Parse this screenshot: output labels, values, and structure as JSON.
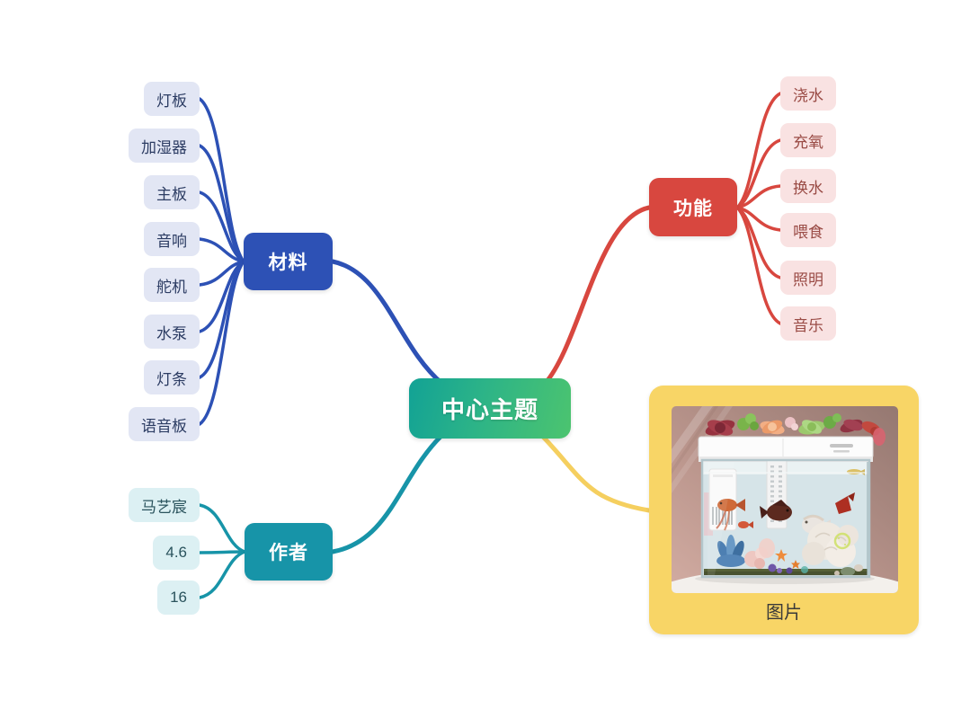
{
  "center": {
    "label": "中心主题"
  },
  "branches": [
    {
      "label": "材料",
      "color": "#2d51b5",
      "children": [
        {
          "label": "灯板"
        },
        {
          "label": "加湿器"
        },
        {
          "label": "主板"
        },
        {
          "label": "音响"
        },
        {
          "label": "舵机"
        },
        {
          "label": "水泵"
        },
        {
          "label": "灯条"
        },
        {
          "label": "语音板"
        }
      ]
    },
    {
      "label": "功能",
      "color": "#d8473f",
      "children": [
        {
          "label": "浇水"
        },
        {
          "label": "充氧"
        },
        {
          "label": "换水"
        },
        {
          "label": "喂食"
        },
        {
          "label": "照明"
        },
        {
          "label": "音乐"
        }
      ]
    },
    {
      "label": "作者",
      "color": "#1794a8",
      "children": [
        {
          "label": "马艺宸"
        },
        {
          "label": "4.6"
        },
        {
          "label": "16"
        }
      ]
    },
    {
      "label": "图片",
      "color": "#f8d566",
      "photo": "fish-tank-photo"
    }
  ],
  "colors": {
    "center_gradient_start": "#12a295",
    "center_gradient_end": "#4cc46f",
    "materials_branch": "#2d51b5",
    "materials_child_bg": "#e2e6f4",
    "materials_child_text": "#2c3c63",
    "functions_branch": "#d8473f",
    "functions_child_bg": "#f9e2e2",
    "functions_child_text": "#9a4b45",
    "author_branch": "#1794a8",
    "author_child_bg": "#dcf0f3",
    "author_child_text": "#2a535d",
    "picture_node_bg": "#f8d566",
    "picture_link": "#f5cf5f"
  }
}
